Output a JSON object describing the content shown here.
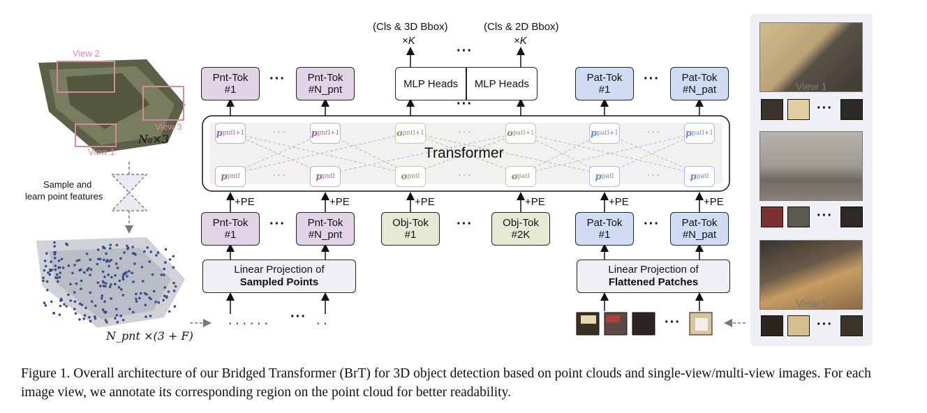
{
  "point_cloud": {
    "view_labels": [
      "View 2",
      "View 3",
      "View 1"
    ],
    "input_size": "N₀×3",
    "sample_text_line1": "Sample and",
    "sample_text_line2": "learn point features",
    "sampled_size": "N_pnt ×(3 + F)"
  },
  "outputs": {
    "left_head_label": "(Cls & 3D Bbox)",
    "right_head_label": "(Cls & 2D Bbox)",
    "times_k": "×K",
    "mlp_head_label": "MLP Heads"
  },
  "output_tokens": {
    "pnt_label": "Pnt-Tok",
    "pat_label": "Pat-Tok",
    "first": "#1",
    "last_pnt": "#N_pnt",
    "last_pat": "#N_pat"
  },
  "transformer": {
    "label": "Transformer"
  },
  "input_tokens": {
    "pnt_label": "Pnt-Tok",
    "obj_label": "Obj-Tok",
    "pat_label": "Pat-Tok",
    "first": "#1",
    "last_pnt": "#N_pnt",
    "last_obj": "#2K",
    "last_pat": "#N_pat"
  },
  "pe_label": "+PE",
  "ellipsis": "···",
  "projection": {
    "left_line1": "Linear Projection of",
    "left_line2": "Sampled Points",
    "right_line1": "Linear Projection of",
    "right_line2": "Flattened Patches"
  },
  "views": [
    "View 1",
    "View 2",
    "View 3"
  ],
  "caption": "Figure 1. Overall architecture of our Bridged Transformer (BrT) for 3D object detection based on point clouds and single-view/multi-view images. For each image view, we annotate its corresponding region on the point cloud for better readability.",
  "colors": {
    "pnt": "#e3d3e7",
    "obj": "#e6e9d3",
    "pat": "#cfdcf3",
    "view_box": "#d98a9a"
  }
}
